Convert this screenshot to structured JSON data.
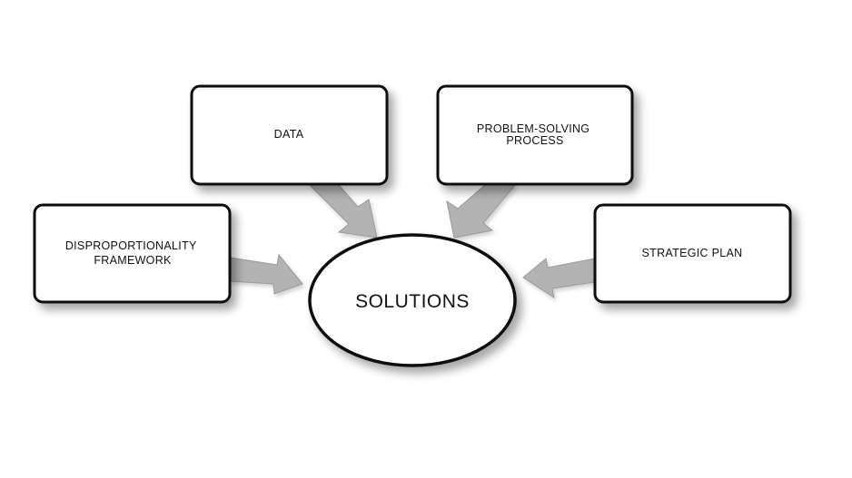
{
  "diagram": {
    "center": {
      "label": "SOLUTIONS"
    },
    "inputs": [
      {
        "id": "disproportionality",
        "lines": [
          "DISPROPORTIONALITY",
          "FRAMEWORK"
        ]
      },
      {
        "id": "data",
        "lines": [
          "DATA"
        ]
      },
      {
        "id": "problem-solving",
        "lines": [
          "PROBLEM-SOLVING",
          "PROCESS"
        ]
      },
      {
        "id": "strategic-plan",
        "lines": [
          "STRATEGIC PLAN"
        ]
      }
    ]
  },
  "colors": {
    "box_fill": "#ffffff",
    "box_stroke": "#111111",
    "arrow_fill": "#b3b3b3",
    "arrow_stroke": "#9a9a9a",
    "text": "#111111"
  }
}
